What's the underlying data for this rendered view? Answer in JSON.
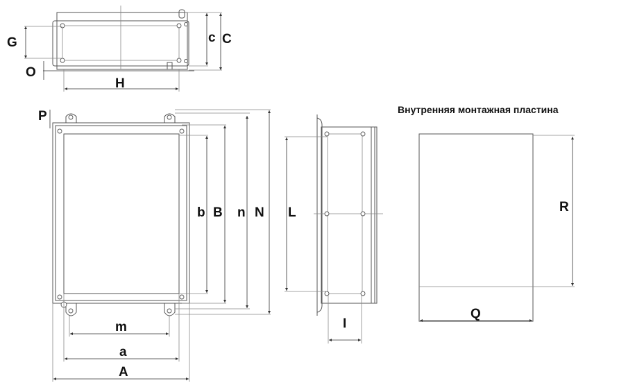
{
  "title": "Внутренняя монтажная пластина",
  "labels": {
    "G": "G",
    "O": "O",
    "H": "H",
    "c": "c",
    "C": "C",
    "P": "P",
    "b": "b",
    "B": "B",
    "n": "n",
    "N": "N",
    "L": "L",
    "I": "I",
    "m": "m",
    "a": "a",
    "A": "A",
    "Q": "Q",
    "R": "R"
  }
}
